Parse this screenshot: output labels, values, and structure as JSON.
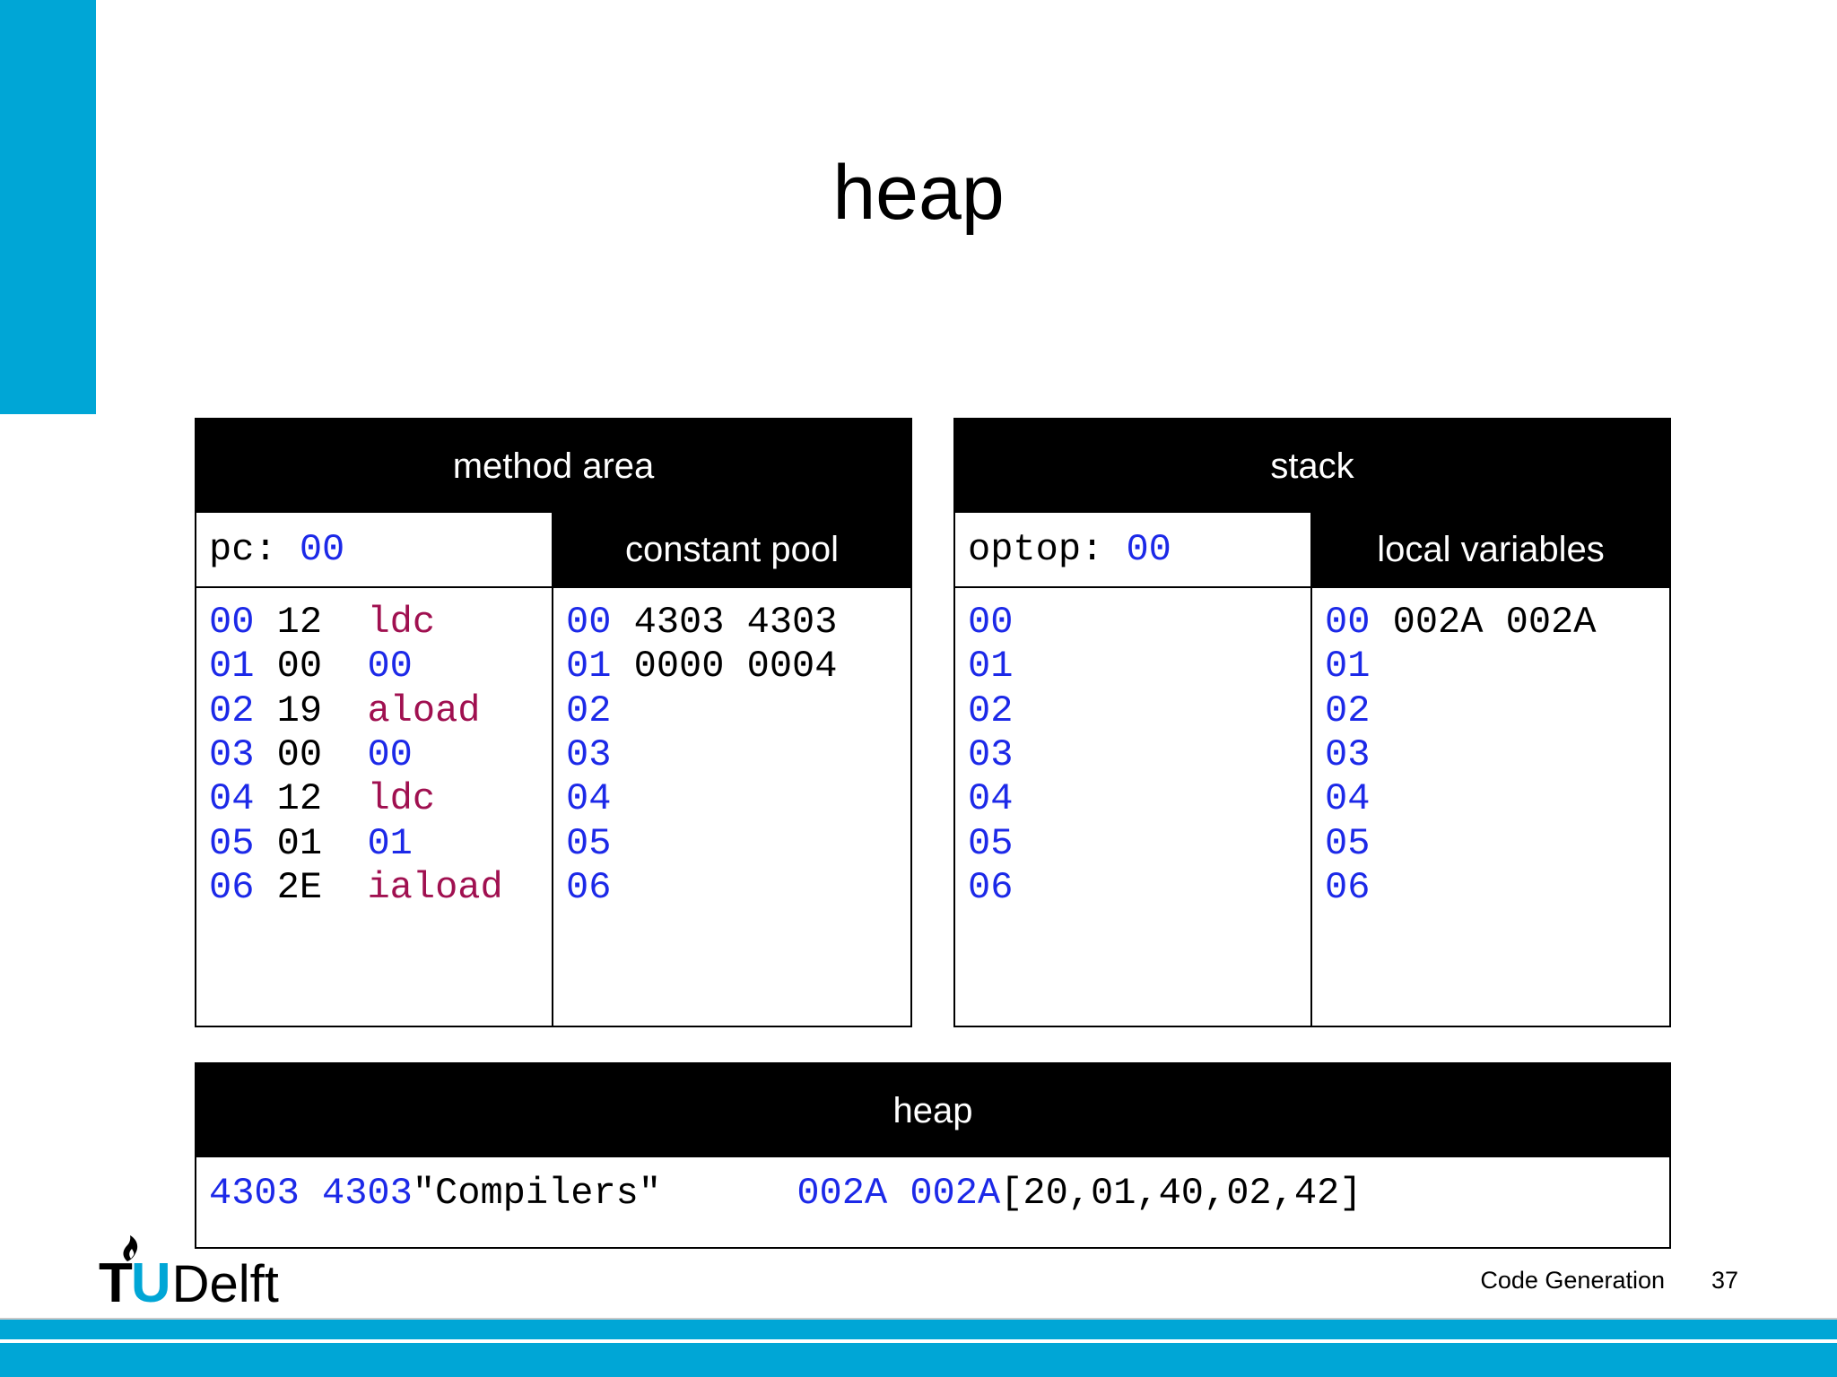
{
  "slide": {
    "title": "heap",
    "accent_color": "#00a6d6",
    "address_color": "#1c29e8",
    "mnemonic_color": "#a01050"
  },
  "method_area": {
    "header": "method area",
    "pc_label": "pc: ",
    "pc_value": "00",
    "constant_pool_header": "constant pool",
    "code_rows": [
      {
        "addr": "00",
        "byte": "12",
        "mnemonic": "ldc",
        "byte_is_operand": false
      },
      {
        "addr": "01",
        "byte": "00",
        "mnemonic": "00",
        "byte_is_operand": true
      },
      {
        "addr": "02",
        "byte": "19",
        "mnemonic": "aload",
        "byte_is_operand": false
      },
      {
        "addr": "03",
        "byte": "00",
        "mnemonic": "00",
        "byte_is_operand": true
      },
      {
        "addr": "04",
        "byte": "12",
        "mnemonic": "ldc",
        "byte_is_operand": false
      },
      {
        "addr": "05",
        "byte": "01",
        "mnemonic": "01",
        "byte_is_operand": true
      },
      {
        "addr": "06",
        "byte": "2E",
        "mnemonic": "iaload",
        "byte_is_operand": false
      }
    ],
    "constant_pool_rows": [
      {
        "addr": "00",
        "value": "4303 4303"
      },
      {
        "addr": "01",
        "value": "0000 0004"
      },
      {
        "addr": "02",
        "value": ""
      },
      {
        "addr": "03",
        "value": ""
      },
      {
        "addr": "04",
        "value": ""
      },
      {
        "addr": "05",
        "value": ""
      },
      {
        "addr": "06",
        "value": ""
      }
    ]
  },
  "stack": {
    "header": "stack",
    "optop_label": "optop: ",
    "optop_value": "00",
    "local_variables_header": "local variables",
    "stack_rows": [
      {
        "addr": "00",
        "value": ""
      },
      {
        "addr": "01",
        "value": ""
      },
      {
        "addr": "02",
        "value": ""
      },
      {
        "addr": "03",
        "value": ""
      },
      {
        "addr": "04",
        "value": ""
      },
      {
        "addr": "05",
        "value": ""
      },
      {
        "addr": "06",
        "value": ""
      }
    ],
    "local_variable_rows": [
      {
        "addr": "00",
        "value": "002A 002A"
      },
      {
        "addr": "01",
        "value": ""
      },
      {
        "addr": "02",
        "value": ""
      },
      {
        "addr": "03",
        "value": ""
      },
      {
        "addr": "04",
        "value": ""
      },
      {
        "addr": "05",
        "value": ""
      },
      {
        "addr": "06",
        "value": ""
      }
    ]
  },
  "heap": {
    "header": "heap",
    "entries": [
      {
        "address": "4303 4303",
        "value": "\"Compilers\""
      },
      {
        "address": "002A 002A",
        "value": "[20,01,40,02,42]"
      }
    ]
  },
  "footer": {
    "logo_t": "T",
    "logo_u": "U",
    "logo_delft": "Delft",
    "subject": "Code Generation",
    "page_number": "37"
  }
}
